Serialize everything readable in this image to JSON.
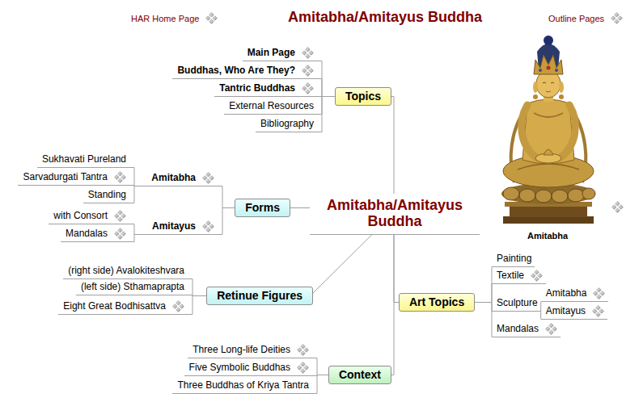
{
  "diagram": {
    "title": "Amitabha/Amitayus Buddha",
    "nodes": [
      {
        "text": [
          "Amitabha/Amitayus Buddha"
        ]
      },
      {
        "text": [
          "Topics"
        ]
      },
      {
        "text": [
          "Main Page"
        ]
      },
      {
        "text": [
          "Buddhas, Who Are They?"
        ]
      },
      {
        "text": [
          "Tantric Buddhas"
        ]
      },
      {
        "text": [
          "External Resources"
        ]
      },
      {
        "text": [
          "Bibliography"
        ]
      },
      {
        "text": [
          "Forms"
        ]
      },
      {
        "text": [
          "Amitabha"
        ]
      },
      {
        "text": [
          "Sukhavati Pureland"
        ]
      },
      {
        "text": [
          "Sarvadurgati Tantra"
        ]
      },
      {
        "text": [
          "Standing"
        ]
      },
      {
        "text": [
          "Amitayus"
        ]
      },
      {
        "text": [
          "with Consort"
        ]
      },
      {
        "text": [
          "Mandalas"
        ]
      },
      {
        "text": [
          "Retinue Figures"
        ]
      },
      {
        "text": [
          "(right side) Avalokiteshvara"
        ]
      },
      {
        "text": [
          "(left side) Sthamaprapta"
        ]
      },
      {
        "text": [
          "Eight Great Bodhisattva"
        ]
      },
      {
        "text": [
          "Art Topics"
        ]
      },
      {
        "text": [
          "Painting"
        ]
      },
      {
        "text": [
          "Textile"
        ]
      },
      {
        "text": [
          "Sculpture"
        ]
      },
      {
        "text": [
          "Amitabha"
        ]
      },
      {
        "text": [
          "Amitayus"
        ]
      },
      {
        "text": [
          "Mandalas"
        ]
      },
      {
        "text": [
          "Context"
        ]
      },
      {
        "text": [
          "Three Long-life Deities"
        ]
      },
      {
        "text": [
          "Five Symbolic Buddhas"
        ]
      },
      {
        "text": [
          "Three Buddhas of Kriya Tantra"
        ]
      }
    ],
    "edges": [
      {
        "from": 0,
        "to": 1,
        "arrow": "none"
      },
      {
        "from": 1,
        "to": 2,
        "arrow": "none"
      },
      {
        "from": 1,
        "to": 3,
        "arrow": "none"
      },
      {
        "from": 1,
        "to": 4,
        "arrow": "none"
      },
      {
        "from": 1,
        "to": 5,
        "arrow": "none"
      },
      {
        "from": 1,
        "to": 6,
        "arrow": "none"
      },
      {
        "from": 0,
        "to": 7,
        "arrow": "none"
      },
      {
        "from": 7,
        "to": 8,
        "arrow": "none"
      },
      {
        "from": 8,
        "to": 9,
        "arrow": "none"
      },
      {
        "from": 8,
        "to": 10,
        "arrow": "none"
      },
      {
        "from": 8,
        "to": 11,
        "arrow": "none"
      },
      {
        "from": 7,
        "to": 12,
        "arrow": "none"
      },
      {
        "from": 12,
        "to": 13,
        "arrow": "none"
      },
      {
        "from": 12,
        "to": 14,
        "arrow": "none"
      },
      {
        "from": 0,
        "to": 15,
        "arrow": "none"
      },
      {
        "from": 15,
        "to": 16,
        "arrow": "none"
      },
      {
        "from": 15,
        "to": 17,
        "arrow": "none"
      },
      {
        "from": 15,
        "to": 18,
        "arrow": "none"
      },
      {
        "from": 0,
        "to": 19,
        "arrow": "none"
      },
      {
        "from": 19,
        "to": 20,
        "arrow": "none"
      },
      {
        "from": 19,
        "to": 21,
        "arrow": "none"
      },
      {
        "from": 19,
        "to": 22,
        "arrow": "none"
      },
      {
        "from": 22,
        "to": 23,
        "arrow": "none"
      },
      {
        "from": 22,
        "to": 24,
        "arrow": "none"
      },
      {
        "from": 19,
        "to": 25,
        "arrow": "none"
      },
      {
        "from": 0,
        "to": 26,
        "arrow": "none"
      },
      {
        "from": 26,
        "to": 27,
        "arrow": "none"
      },
      {
        "from": 26,
        "to": 28,
        "arrow": "none"
      },
      {
        "from": 26,
        "to": 29,
        "arrow": "none"
      }
    ],
    "labels": [
      "HAR Home Page",
      "Outline Pages",
      "Amitabha"
    ]
  }
}
